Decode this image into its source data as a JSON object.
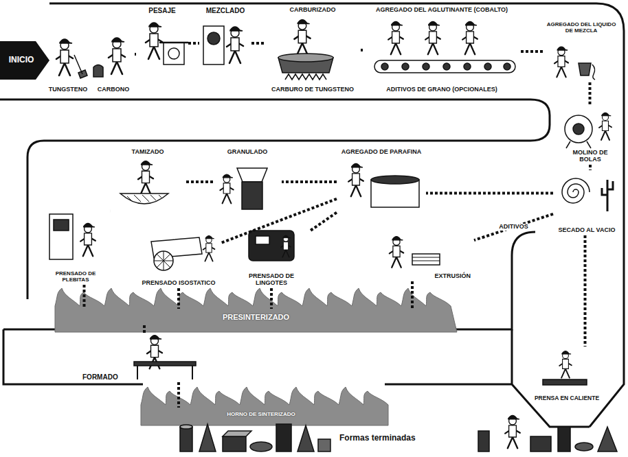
{
  "diagram": {
    "nodes": [
      {
        "text": [
          "INICIO"
        ]
      },
      {
        "text": [
          "TUNGSTENO"
        ]
      },
      {
        "text": [
          "CARBONO"
        ]
      },
      {
        "text": [
          "PESAJE"
        ]
      },
      {
        "text": [
          "MEZCLADO"
        ]
      },
      {
        "text": [
          "CARBURIZADO",
          "CARBURO DE TUNGSTENO"
        ]
      },
      {
        "text": [
          "AGREGADO DEL AGLUTINANTE (COBALTO)",
          "ADITIVOS DE GRANO (OPCIONALES)"
        ]
      },
      {
        "text": [
          "AGREGADO DEL LIQUIDO DE MEZCLA"
        ]
      },
      {
        "text": [
          "MOLINO DE BOLAS"
        ]
      },
      {
        "text": [
          "SECADO AL VACIO"
        ]
      },
      {
        "text": [
          "AGREGADO DE PARAFINA"
        ]
      },
      {
        "text": [
          "GRANULADO"
        ]
      },
      {
        "text": [
          "TAMIZADO"
        ]
      },
      {
        "text": [
          "PRENSADO DE PLEBITAS"
        ]
      },
      {
        "text": [
          "PRENSADO ISOSTATICO"
        ]
      },
      {
        "text": [
          "PRENSADO DE LINGOTES"
        ]
      },
      {
        "text": [
          "EXTRUSIÓN"
        ]
      },
      {
        "text": [
          "PRESINTERIZADO"
        ]
      },
      {
        "text": [
          "FORMADO"
        ]
      },
      {
        "text": [
          "HORNO DE SINTERIZADO"
        ]
      },
      {
        "text": [
          "PRENSA EN CALIENTE"
        ]
      }
    ],
    "edges": [
      {
        "from": 2,
        "to": 3,
        "arrow": "none"
      },
      {
        "from": 3,
        "to": 4,
        "arrow": "none"
      },
      {
        "from": 4,
        "to": 5,
        "arrow": "none"
      },
      {
        "from": 5,
        "to": 6,
        "arrow": "none"
      },
      {
        "from": 6,
        "to": 7,
        "arrow": "none"
      },
      {
        "from": 7,
        "to": 8,
        "arrow": "none"
      },
      {
        "from": 8,
        "to": 9,
        "arrow": "none"
      },
      {
        "from": 9,
        "to": 10,
        "arrow": "none"
      },
      {
        "from": 10,
        "to": 11,
        "arrow": "none"
      },
      {
        "from": 11,
        "to": 12,
        "arrow": "none"
      },
      {
        "from": 12,
        "to": 13,
        "arrow": "none"
      },
      {
        "from": 10,
        "to": 14,
        "arrow": "none"
      },
      {
        "from": 10,
        "to": 15,
        "arrow": "none"
      },
      {
        "from": 9,
        "to": 16,
        "label": "ADITIVOS",
        "arrow": "none"
      },
      {
        "from": 13,
        "to": 17,
        "arrow": "none"
      },
      {
        "from": 14,
        "to": 17,
        "arrow": "none"
      },
      {
        "from": 15,
        "to": 17,
        "arrow": "none"
      },
      {
        "from": 16,
        "to": 17,
        "arrow": "none"
      },
      {
        "from": 17,
        "to": 18,
        "arrow": "none"
      },
      {
        "from": 18,
        "to": 19,
        "arrow": "none"
      },
      {
        "from": 9,
        "to": 20,
        "arrow": "none"
      }
    ],
    "labels": [
      "Formas terminadas"
    ]
  }
}
